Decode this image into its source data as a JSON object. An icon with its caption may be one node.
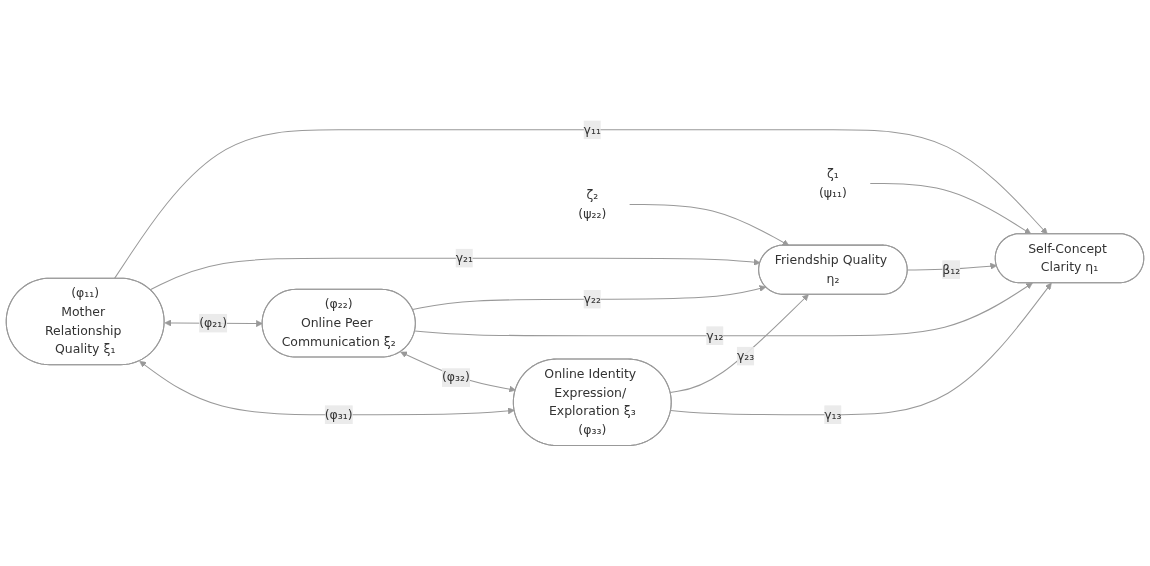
{
  "diagram": {
    "nodes": [
      {
        "text": [
          "(φ₁₁)",
          "Mother Relationship Quality ξ₁"
        ]
      },
      {
        "text": [
          "(φ₂₂)",
          "Online Peer Communication ξ₂"
        ]
      },
      {
        "text": [
          "Online Identity Expression/ Exploration ξ₃",
          "(φ₃₃)"
        ]
      },
      {
        "text": [
          "Friendship Quality η₂"
        ]
      },
      {
        "text": [
          "Self-Concept Clarity η₁"
        ]
      },
      {
        "text": [
          "ζ₂"
        ],
        "beside": [
          "(ψ₂₂)"
        ]
      },
      {
        "text": [
          "ζ₁"
        ],
        "beside": [
          "(ψ₁₁)"
        ]
      }
    ],
    "edges": [
      {
        "from": 0,
        "to": 4,
        "arrow": "to",
        "label": "γ₁₁"
      },
      {
        "from": 0,
        "to": 3,
        "arrow": "to",
        "label": "γ₂₁"
      },
      {
        "from": 1,
        "to": 3,
        "arrow": "to",
        "label": "γ₂₂"
      },
      {
        "from": 3,
        "to": 4,
        "arrow": "to",
        "label": "β₁₂"
      },
      {
        "from": 1,
        "to": 4,
        "arrow": "to",
        "label": "γ₁₂"
      },
      {
        "from": 2,
        "to": 3,
        "arrow": "to",
        "label": "γ₂₃"
      },
      {
        "from": 2,
        "to": 4,
        "arrow": "to",
        "label": "γ₁₃"
      },
      {
        "from": 5,
        "to": 3,
        "arrow": "to"
      },
      {
        "from": 6,
        "to": 4,
        "arrow": "to"
      },
      {
        "from": 0,
        "to": 1,
        "arrow": "both",
        "label": "(φ₂₁)"
      },
      {
        "from": 1,
        "to": 2,
        "arrow": "both",
        "label": "(φ₃₂)"
      },
      {
        "from": 0,
        "to": 2,
        "arrow": "both",
        "label": "(φ₃₁)"
      }
    ]
  }
}
